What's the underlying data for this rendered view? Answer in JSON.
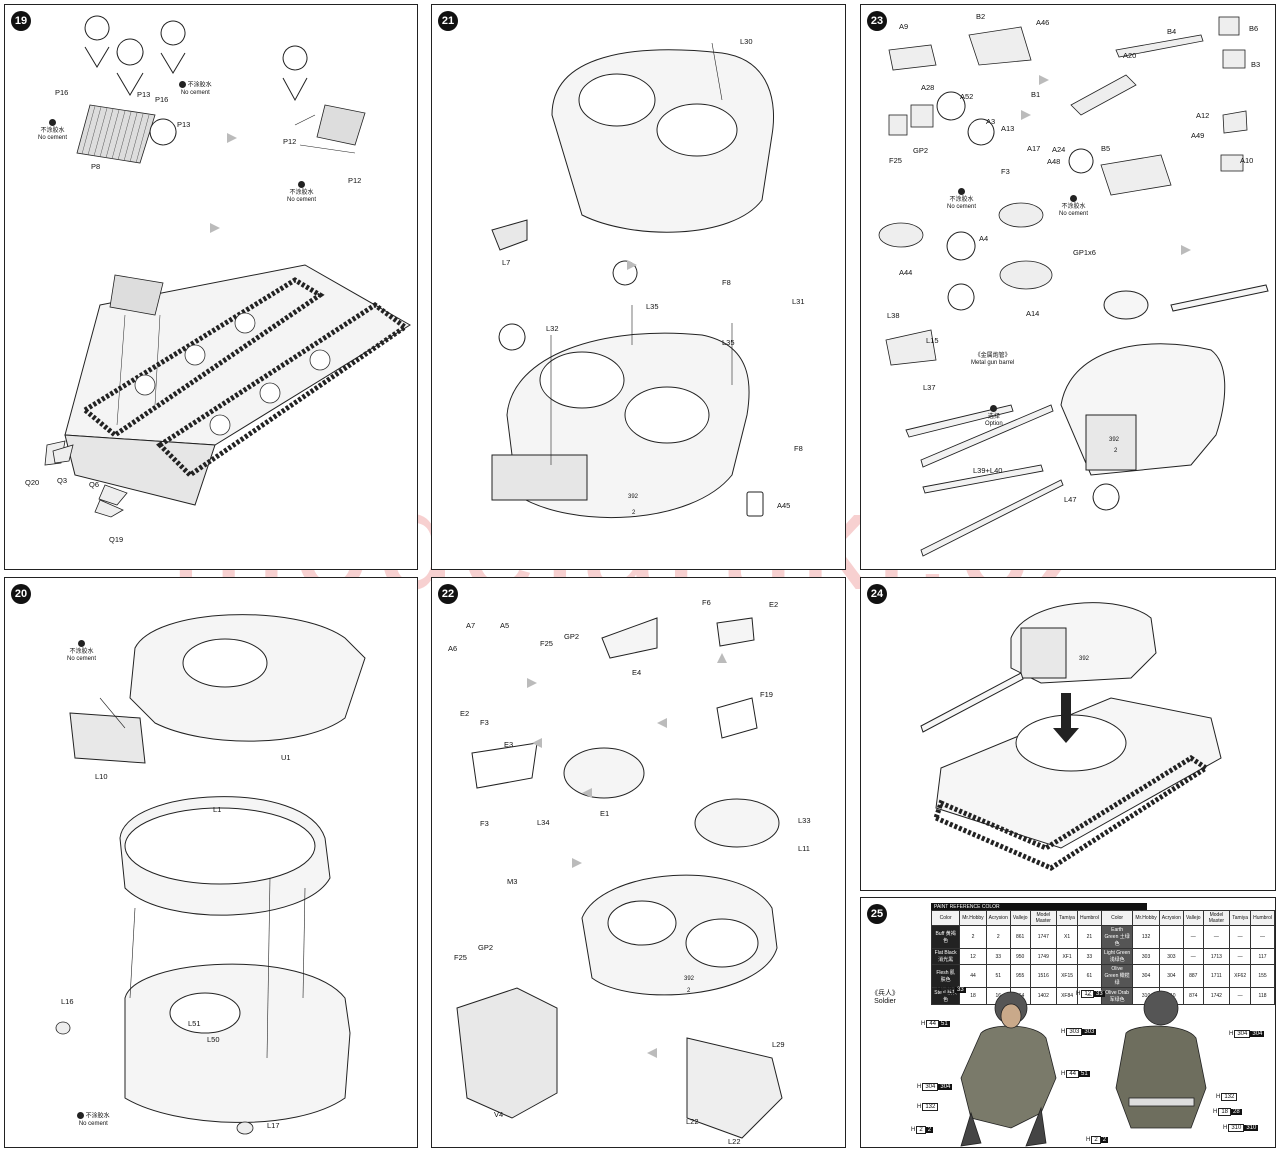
{
  "step19": {
    "num": "19",
    "labels": [
      "P16",
      "P16",
      "P13",
      "P13",
      "P8",
      "P12",
      "P12",
      "Q20",
      "Q3",
      "Q6",
      "Q19"
    ],
    "no_cement_cn": "不涂胶水",
    "no_cement_en": "No cement"
  },
  "step20": {
    "num": "20",
    "labels": [
      "L10",
      "U1",
      "L1",
      "L16",
      "L51",
      "L50",
      "L17"
    ],
    "no_cement_cn": "不涂胶水",
    "no_cement_en": "No cement"
  },
  "step21": {
    "num": "21",
    "labels": [
      "L30",
      "L7",
      "F8",
      "L35",
      "L31",
      "L32",
      "L35",
      "F8",
      "A45"
    ],
    "hull_mark": "392",
    "hull_mark2": "2"
  },
  "step22": {
    "num": "22",
    "labels": [
      "A7",
      "A5",
      "A6",
      "F25",
      "GP2",
      "E4",
      "F6",
      "E2",
      "F19",
      "E2",
      "F3",
      "E3",
      "F3",
      "E1",
      "L34",
      "M3",
      "L33",
      "L11",
      "F25",
      "GP2",
      "V4",
      "L29",
      "L22",
      "L22"
    ],
    "hull_mark": "392",
    "hull_mark2": "2"
  },
  "step23": {
    "num": "23",
    "labels": [
      "A9",
      "B2",
      "A46",
      "B4",
      "B6",
      "B3",
      "A28",
      "A20",
      "A52",
      "A3",
      "A13",
      "B1",
      "A24",
      "B5",
      "A12",
      "A49",
      "A10",
      "F25",
      "GP2",
      "A17",
      "A48",
      "F3",
      "A4",
      "GP1x6",
      "A44",
      "A14",
      "L38",
      "L15",
      "L37",
      "L47"
    ],
    "metal_barrel_cn": "《金属炮管》",
    "metal_barrel_en": "Metal gun barrel",
    "option_cn": "选择",
    "option_en": "Option",
    "barrel_label": "L39+L40",
    "no_cement_cn": "不涂胶水",
    "no_cement_en": "No cement",
    "hull_mark": "392",
    "hull_mark2": "2"
  },
  "step24": {
    "num": "24",
    "hull_mark": "392"
  },
  "step25": {
    "num": "25",
    "table_title": "PAINT REFERENCE COLOR",
    "columns": [
      "Color",
      "Mr.Hobby",
      "Acrysion",
      "Vallejo",
      "Model Master",
      "Tamiya",
      "Humbrol"
    ],
    "rows_left": [
      {
        "color": "Buff",
        "cn": "黄褐色",
        "hobby": "2",
        "acry": "2",
        "vallejo": "861",
        "mm": "1747",
        "tamiya": "X1",
        "humbrol": "21"
      },
      {
        "color": "Flat Black",
        "cn": "消光黑",
        "hobby": "12",
        "acry": "33",
        "vallejo": "950",
        "mm": "1749",
        "tamiya": "XF1",
        "humbrol": "33"
      },
      {
        "color": "Flesh",
        "cn": "肌肤色",
        "hobby": "44",
        "acry": "51",
        "vallejo": "955",
        "mm": "1516",
        "tamiya": "XF15",
        "humbrol": "61"
      },
      {
        "color": "Steel",
        "cn": "铁灰色",
        "hobby": "18",
        "acry": "16",
        "vallejo": "864",
        "mm": "1402",
        "tamiya": "XF84",
        "humbrol": "—"
      }
    ],
    "rows_right": [
      {
        "color": "Earth Green",
        "cn": "土绿色",
        "hobby": "132",
        "acry": "",
        "vallejo": "—",
        "mm": "—",
        "tamiya": "—",
        "humbrol": "—"
      },
      {
        "color": "Light Green",
        "cn": "浅绿色",
        "hobby": "303",
        "acry": "303",
        "vallejo": "—",
        "mm": "1713",
        "tamiya": "—",
        "humbrol": "117"
      },
      {
        "color": "Olive Green",
        "cn": "橄榄绿",
        "hobby": "304",
        "acry": "304",
        "vallejo": "887",
        "mm": "1711",
        "tamiya": "XF62",
        "humbrol": "155"
      },
      {
        "color": "Olive Drab",
        "cn": "军绿色",
        "hobby": "310",
        "acry": "310",
        "vallejo": "874",
        "mm": "1742",
        "tamiya": "—",
        "humbrol": "118"
      }
    ],
    "soldier_cn": "《兵人》",
    "soldier_en": "Soldier",
    "codes_front": [
      {
        "h": "12",
        "a": "33"
      },
      {
        "h": "44",
        "a": "51"
      },
      {
        "h": "303",
        "a": "303"
      },
      {
        "h": "304",
        "a": "304"
      },
      {
        "h": "132",
        "a": ""
      },
      {
        "h": "2",
        "a": "2"
      },
      {
        "h": "44",
        "a": "51"
      }
    ],
    "codes_back": [
      {
        "h": "12",
        "a": "33"
      },
      {
        "h": "304",
        "a": "304"
      },
      {
        "h": "132",
        "a": ""
      },
      {
        "h": "18",
        "a": "28"
      },
      {
        "h": "310",
        "a": "310"
      },
      {
        "h": "2",
        "a": "2"
      }
    ]
  },
  "watermark": "modelartikl.cz"
}
